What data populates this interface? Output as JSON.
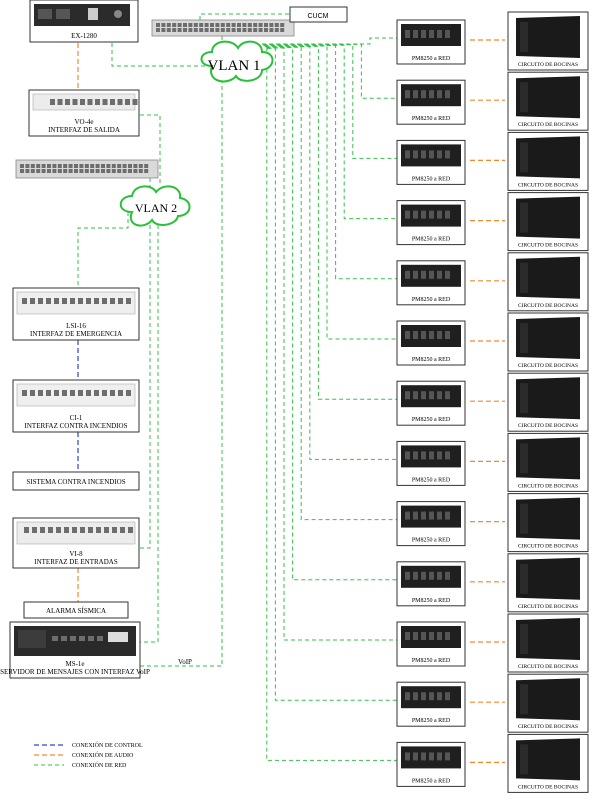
{
  "devices": {
    "ex1280": "EX-1280",
    "cucm": "CUCM",
    "vo4e_model": "VO-4e",
    "vo4e_desc": "INTERFAZ DE SALIDA",
    "lsi16_model": "LSI-16",
    "lsi16_desc": "INTERFAZ DE EMERGENCIA",
    "ci1_model": "CI-1",
    "ci1_desc": "INTERFAZ CONTRA INCENDIOS",
    "fire_system": "SISTEMA CONTRA INCENDIOS",
    "vi8_model": "VI-8",
    "vi8_desc": "INTERFAZ DE ENTRADAS",
    "seismic": "ALARMA SÍSMICA",
    "ms1e_model": "MS-1e",
    "ms1e_desc": "SERVIDOR DE MENSAJES CON INTERFAZ VoIP"
  },
  "clouds": {
    "vlan1": "VLAN 1",
    "vlan2": "VLAN 2"
  },
  "voip_label": "VoIP",
  "amps": [
    "PM8250 a RED",
    "PM8250 a RED",
    "PM8250 a RED",
    "PM8250 a RED",
    "PM8250 a RED",
    "PM8250 a RED",
    "PM8250 a RED",
    "PM8250 a RED",
    "PM8250 a RED",
    "PM8250 a RED",
    "PM8250 a RED",
    "PM8250 a RED",
    "PM8250 a RED"
  ],
  "speakers": [
    "CIRCUITO DE BOCINAS",
    "CIRCUITO DE BOCINAS",
    "CIRCUITO DE BOCINAS",
    "CIRCUITO DE BOCINAS",
    "CIRCUITO DE BOCINAS",
    "CIRCUITO DE BOCINAS",
    "CIRCUITO DE BOCINAS",
    "CIRCUITO DE BOCINAS",
    "CIRCUITO DE BOCINAS",
    "CIRCUITO DE BOCINAS",
    "CIRCUITO DE BOCINAS",
    "CIRCUITO DE BOCINAS",
    "CIRCUITO DE BOCINAS"
  ],
  "legend": {
    "control": "CONEXIÓN DE CONTROL",
    "audio": "CONEXIÓN DE AUDIO",
    "network": "CONEXIÓN DE RED"
  },
  "colors": {
    "control": "#3344cc",
    "audio": "#f08a2c",
    "network": "#36c24a"
  }
}
